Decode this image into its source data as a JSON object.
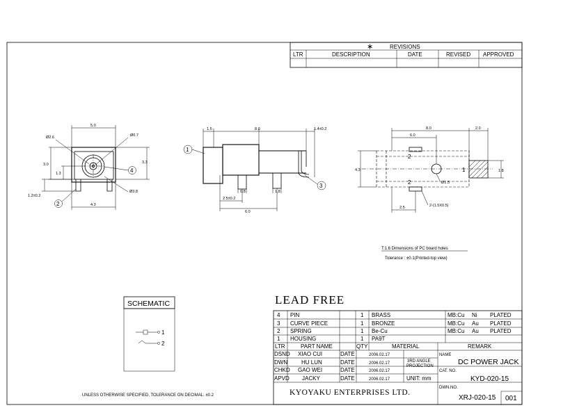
{
  "revisions": {
    "star": "∗",
    "title": "REVISIONS",
    "headers": [
      "LTR",
      "DESCRIPTION",
      "DATE",
      "REVISED",
      "APPROVED"
    ]
  },
  "front_view": {
    "dims": [
      "5.0",
      "Ø2.6",
      "Ø0.7",
      "3.0",
      "1.3",
      "3.3",
      "1.2±0.2",
      "Ø3.8",
      "4.3"
    ],
    "callouts": [
      "2",
      "4"
    ]
  },
  "side_view": {
    "dims": [
      "1.5",
      "8.0",
      "1.4±0.2",
      "0.8",
      "1.8",
      "2.5±0.2",
      "6.0"
    ],
    "callouts": [
      "1",
      "3"
    ]
  },
  "pcb_view": {
    "dims": [
      "8.0",
      "2.0",
      "6.0",
      "4.3",
      "1.8",
      "Ø1.5",
      "2.5",
      "2-(1.5X0.5)"
    ],
    "pad_labels": [
      "2",
      "2",
      "1"
    ]
  },
  "notes": {
    "pcb_note": "T:1.6 Dimensions of PC board holes",
    "tolerance_note": "Tolerance : ±0.1(Printed-top view)",
    "general_tolerance": "UNLESS OTHERWISE SPECIFIED, TOLERANCE ON DECIMAL: ±0.2"
  },
  "schematic": {
    "title": "SCHEMATIC",
    "pin1": "1",
    "pin2": "2"
  },
  "lead_free": "LEAD FREE",
  "parts": [
    {
      "ltr": "4",
      "name": "PIN",
      "qty": "1",
      "material": "BRASS",
      "r1": "MB:Cu",
      "r2": "Ni",
      "r3": "PLATED"
    },
    {
      "ltr": "3",
      "name": "CURVE PIECE",
      "qty": "1",
      "material": "BRONZE",
      "r1": "MB:Cu",
      "r2": "Au",
      "r3": "PLATED"
    },
    {
      "ltr": "2",
      "name": "SPRING",
      "qty": "1",
      "material": "Be-Cu",
      "r1": "MB:Cu",
      "r2": "Au",
      "r3": "PLATED"
    },
    {
      "ltr": "1",
      "name": "HOUSING",
      "qty": "1",
      "material": "PA9T",
      "r1": "",
      "r2": "",
      "r3": ""
    }
  ],
  "parts_header": {
    "ltr": "LTR",
    "name": "PART NAME",
    "qty": "QTY",
    "material": "MATERIAL",
    "remark": "REMARK"
  },
  "signoffs": [
    {
      "role": "DSND",
      "person": "XIAO CUI",
      "label": "DATE",
      "date": "2006.02.17"
    },
    {
      "role": "DWN",
      "person": "HU LUN",
      "label": "DATE",
      "date": "2006.02.17"
    },
    {
      "role": "CHKD",
      "person": "GAO WEI",
      "label": "DATE",
      "date": "2006.02.17"
    },
    {
      "role": "APVD",
      "person": "JACKY",
      "label": "DATE",
      "date": "2006.02.17"
    }
  ],
  "projection": {
    "line1": "3RD ANGLE",
    "line2": "PROJECTION"
  },
  "unit": "UNIT: mm",
  "name_label": "NAME",
  "name_value": "DC POWER JACK",
  "cat_label": "CAT. NO.",
  "cat_value": "KYD-020-15",
  "company": "KYOYAKU ENTERPRISES LTD.",
  "dwn_label": "DWN.NO.",
  "dwn_value": "XRJ-020-15",
  "sheet": "001"
}
